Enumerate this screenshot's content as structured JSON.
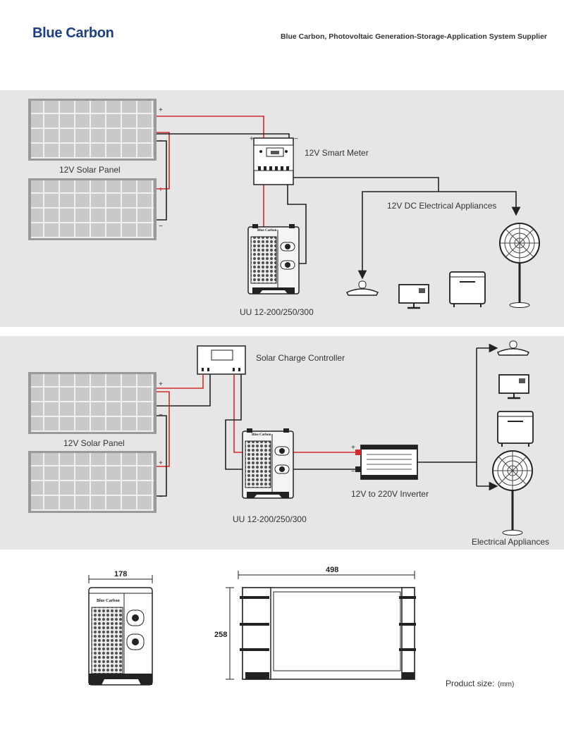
{
  "header": {
    "brand": "Blue Carbon",
    "tagline": "Blue Carbon, Photovoltaic Generation-Storage-Application System Supplier"
  },
  "diagram1": {
    "solar_panel_label": "12V Solar Panel",
    "meter_label": "12V Smart Meter",
    "dc_appliances_label": "12V DC Electrical Appliances",
    "battery_label": "UU 12-200/250/300",
    "battery_brand": "Blue Carbon"
  },
  "diagram2": {
    "controller_label": "Solar Charge Controller",
    "solar_panel_label": "12V Solar Panel",
    "battery_label": "UU 12-200/250/300",
    "inverter_label": "12V to 220V Inverter",
    "appliances_label": "Electrical Appliances",
    "battery_brand": "Blue Carbon"
  },
  "dimensions": {
    "width": "178",
    "length": "498",
    "height": "258",
    "size_label": "Product size:",
    "unit": "(mm)"
  },
  "colors": {
    "positive_wire": "#d42a2a",
    "negative_wire": "#222222",
    "panel_bg": "#e6e6e6",
    "brand": "#1d3f86"
  }
}
